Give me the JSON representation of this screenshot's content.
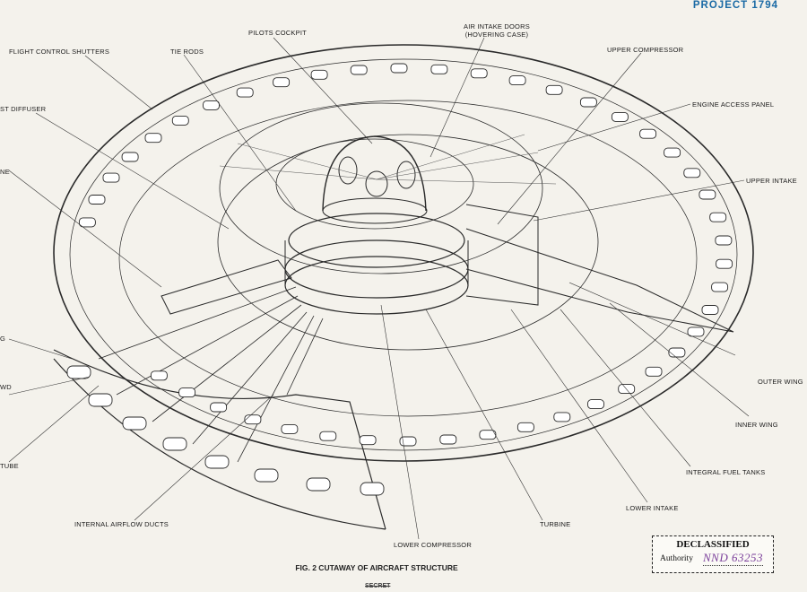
{
  "header": {
    "project": "PROJECT 1794"
  },
  "labels": {
    "flight_control_shutters": "FLIGHT CONTROL SHUTTERS",
    "tie_rods": "TIE RODS",
    "pilots_cockpit": "PILOTS COCKPIT",
    "air_intake_doors": "AIR INTAKE DOORS\n(HOVERING CASE)",
    "upper_compressor": "UPPER COMPRESSOR",
    "engine_access_panel": "ENGINE ACCESS PANEL",
    "upper_intake": "UPPER INTAKE",
    "st_diffuser": "ST DIFFUSER",
    "ne": "NE",
    "g": "G",
    "wd": "WD",
    "tube": "TUBE",
    "outer_wing": "OUTER WING",
    "inner_wing": "INNER WING",
    "integral_fuel_tanks": "INTEGRAL FUEL TANKS",
    "lower_intake": "LOWER INTAKE",
    "turbine": "TURBINE",
    "lower_compressor": "LOWER COMPRESSOR",
    "internal_airflow_ducts": "INTERNAL AIRFLOW DUCTS"
  },
  "caption": "FIG. 2 CUTAWAY OF AIRCRAFT STRUCTURE",
  "secret": "SECRET",
  "stamp": {
    "title": "DECLASSIFIED",
    "authority_label": "Authority",
    "authority_number": "NND 63253"
  }
}
